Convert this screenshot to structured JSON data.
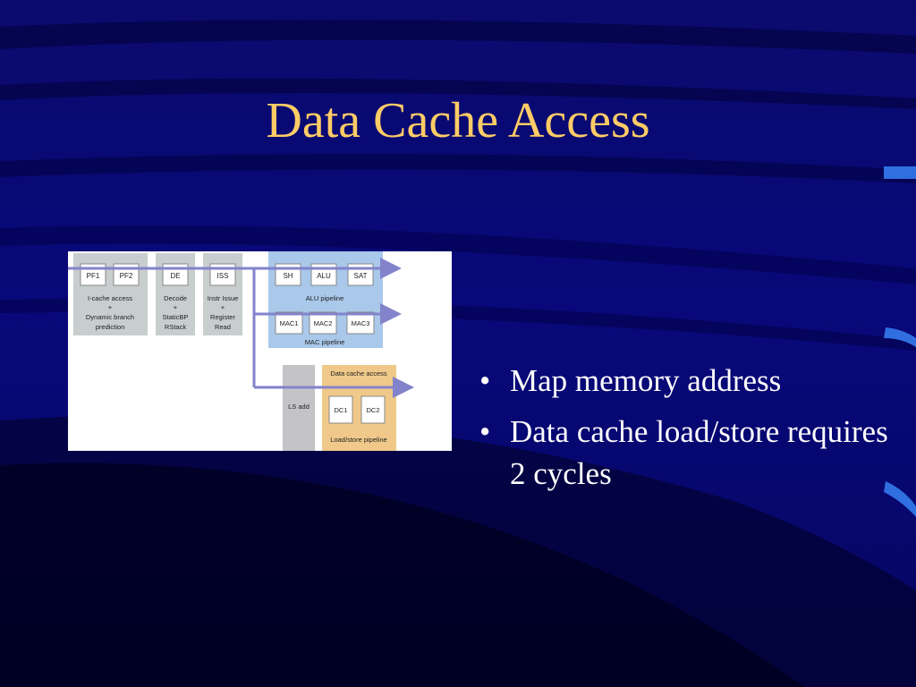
{
  "slide": {
    "title": "Data Cache Access",
    "bullets": [
      {
        "text": "Map memory address"
      },
      {
        "text": "Data cache load/store requires 2 cycles"
      }
    ],
    "bullet_glyph": "•"
  },
  "diagram": {
    "stages": {
      "pf1": "PF1",
      "pf2": "PF2",
      "de": "DE",
      "iss": "ISS",
      "sh": "SH",
      "alu": "ALU",
      "sat": "SAT",
      "mac1": "MAC1",
      "mac2": "MAC2",
      "mac3": "MAC3",
      "lsadd": "LS add",
      "dc1": "DC1",
      "dc2": "DC2"
    },
    "captions": {
      "icache": [
        "I-cache access",
        "+",
        "Dynamic branch",
        "prediction"
      ],
      "decode": [
        "Decode",
        "+",
        "StaticBP",
        "RStack"
      ],
      "issue": [
        "Instr Issue",
        "+",
        "Register",
        "Read"
      ],
      "alu_pipeline": "ALU pipeline",
      "mac_pipeline": "MAC pipeline",
      "data_cache_access": "Data cache access",
      "ls_pipeline": "Load/store pipeline"
    },
    "colors": {
      "fetch_bg": "#c8cdcd",
      "alu_bg": "#a9c8ea",
      "dcache_bg": "#f0c98a",
      "lsadd_bg": "#c4c4c8",
      "arrow": "#8383cc"
    }
  }
}
